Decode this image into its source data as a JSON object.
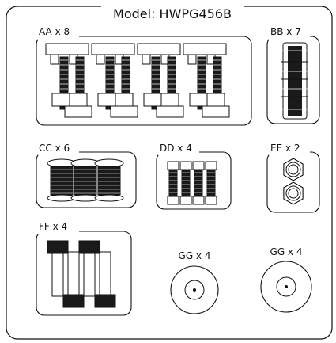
{
  "title": "Model: HWPG456B",
  "colors": {
    "ink": "#111111",
    "paper": "#ffffff",
    "hatch": "#1a1a1a"
  },
  "parts": [
    {
      "id": "AA",
      "label": "AA x 8",
      "qty": 8,
      "kind": "long-bolt-with-nut"
    },
    {
      "id": "BB",
      "label": "BB x 7",
      "qty": 7,
      "kind": "stacked-screws"
    },
    {
      "id": "CC",
      "label": "CC x 6",
      "qty": 6,
      "kind": "round-head-screw"
    },
    {
      "id": "DD",
      "label": "DD x 4",
      "qty": 4,
      "kind": "short-bolt"
    },
    {
      "id": "EE",
      "label": "EE x 2",
      "qty": 2,
      "kind": "hex-nut"
    },
    {
      "id": "FF",
      "label": "FF x 4",
      "qty": 4,
      "kind": "long-screw"
    },
    {
      "id": "GG1",
      "label": "GG x 4",
      "qty": 4,
      "kind": "washer"
    },
    {
      "id": "GG2",
      "label": "GG x 4",
      "qty": 4,
      "kind": "washer"
    }
  ]
}
